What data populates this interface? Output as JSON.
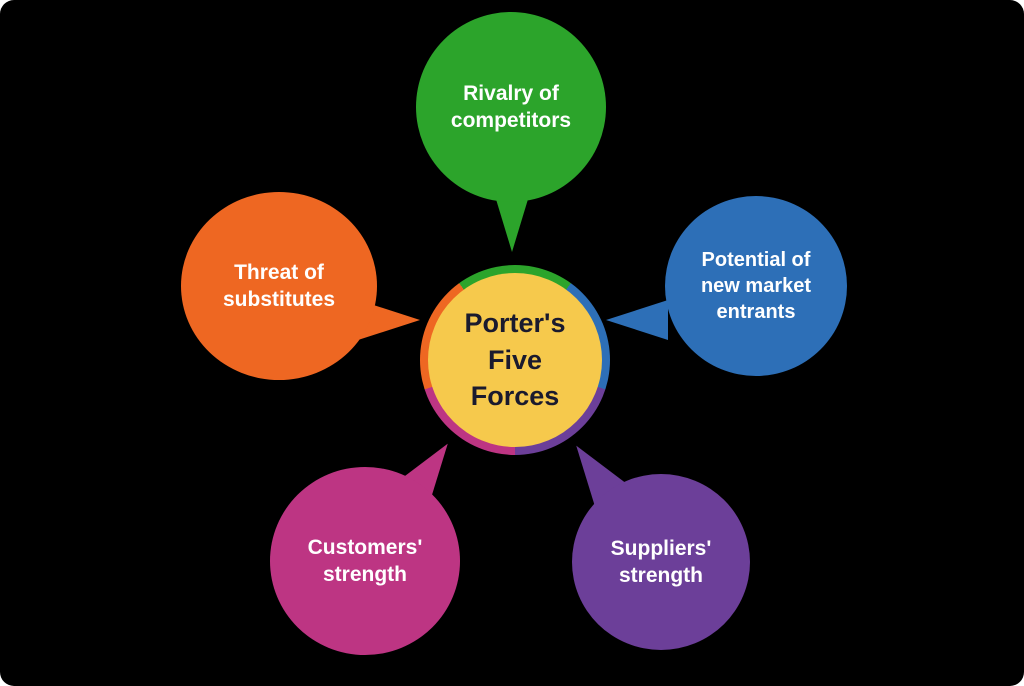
{
  "diagram": {
    "title": "Porter's Five Forces",
    "background_color": "#000000",
    "center": {
      "label": "Porter's Five Forces",
      "color": "#F6C94C",
      "text_color": "#1A1A2E",
      "ring_colors": [
        "#2CA42B",
        "#2D6FB7",
        "#6C3F99",
        "#BD3583",
        "#EE6722"
      ]
    },
    "forces": [
      {
        "id": "rivalry",
        "label": "Rivalry of competitors",
        "color": "#2CA42B",
        "position": "top"
      },
      {
        "id": "substitutes",
        "label": "Threat of substitutes",
        "color": "#EE6722",
        "position": "upper-left"
      },
      {
        "id": "entrants",
        "label": "Potential of new market entrants",
        "color": "#2D6FB7",
        "position": "upper-right"
      },
      {
        "id": "customers",
        "label": "Customers' strength",
        "color": "#BD3583",
        "position": "lower-left"
      },
      {
        "id": "suppliers",
        "label": "Suppliers' strength",
        "color": "#6C3F99",
        "position": "lower-right"
      }
    ]
  }
}
